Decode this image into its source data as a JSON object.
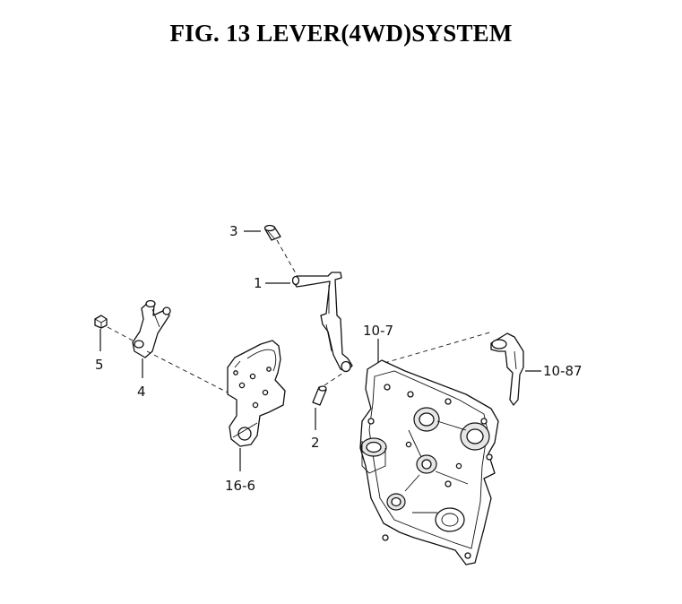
{
  "title": "FIG. 13  LEVER(4WD)SYSTEM",
  "callouts": {
    "p3": "3",
    "p1": "1",
    "p5": "5",
    "p4": "4",
    "p2": "2",
    "p16_6": "16-6",
    "p10_7": "10-7",
    "p10_87": "10-87"
  }
}
